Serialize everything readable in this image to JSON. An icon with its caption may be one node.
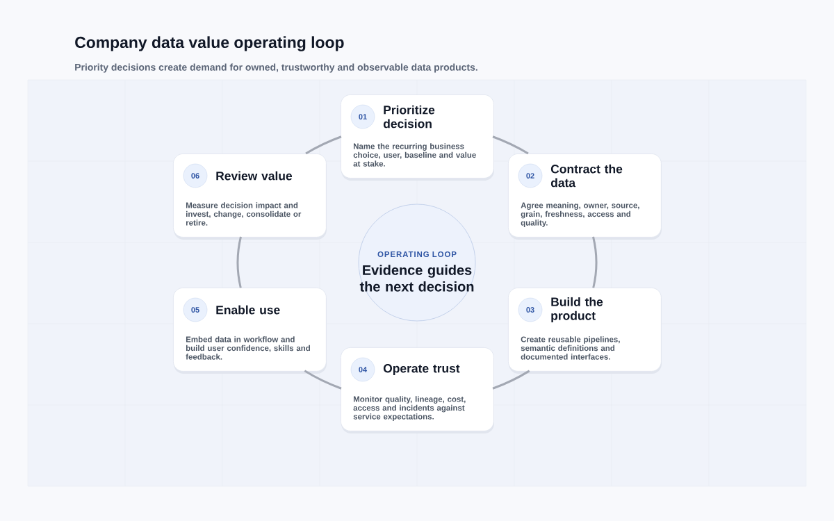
{
  "diagram": {
    "title": "Company data value operating loop",
    "caption": "Priority decisions create demand for owned, trustworthy and observable data products.",
    "nodes": [
      {
        "text": [
          "01",
          "Prioritize decision",
          "Name the recurring business choice, user, baseline and value at stake."
        ]
      },
      {
        "text": [
          "02",
          "Contract the data",
          "Agree meaning, owner, source, grain, freshness, access and quality."
        ]
      },
      {
        "text": [
          "03",
          "Build the product",
          "Create reusable pipelines, semantic definitions and documented interfaces."
        ]
      },
      {
        "text": [
          "04",
          "Operate trust",
          "Monitor quality, lineage, cost, access and incidents against service expectations."
        ]
      },
      {
        "text": [
          "05",
          "Enable use",
          "Embed data in workflow and build user confidence, skills and feedback."
        ]
      },
      {
        "text": [
          "06",
          "Review value",
          "Measure decision impact and invest, change, consolidate or retire."
        ]
      },
      {
        "text": [
          "OPERATING LOOP",
          "Evidence guides the next decision"
        ]
      }
    ],
    "edges": [
      {
        "from": 0,
        "to": 1,
        "arrow": "none"
      },
      {
        "from": 1,
        "to": 2,
        "arrow": "none"
      },
      {
        "from": 2,
        "to": 3,
        "arrow": "none"
      },
      {
        "from": 3,
        "to": 4,
        "arrow": "none"
      },
      {
        "from": 4,
        "to": 5,
        "arrow": "none"
      },
      {
        "from": 5,
        "to": 0,
        "arrow": "none"
      }
    ]
  }
}
